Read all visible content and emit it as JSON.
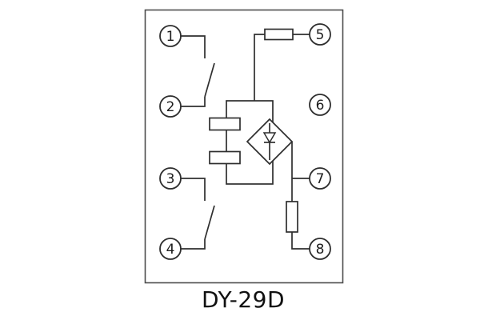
{
  "diagram": {
    "title": "DY-29D",
    "terminals": {
      "t1": "1",
      "t2": "2",
      "t3": "3",
      "t4": "4",
      "t5": "5",
      "t6": "6",
      "t7": "7",
      "t8": "8"
    },
    "components": [
      "contact-1-2",
      "contact-3-4",
      "resistor-terminal-5",
      "coil-box",
      "bridge-rectifier-diode",
      "resistor-inner-upper",
      "resistor-inner-lower",
      "resistor-7-8"
    ],
    "colors": {
      "line": "#2e2e2e",
      "frame": "#4d4d4d",
      "background": "#ffffff"
    }
  }
}
